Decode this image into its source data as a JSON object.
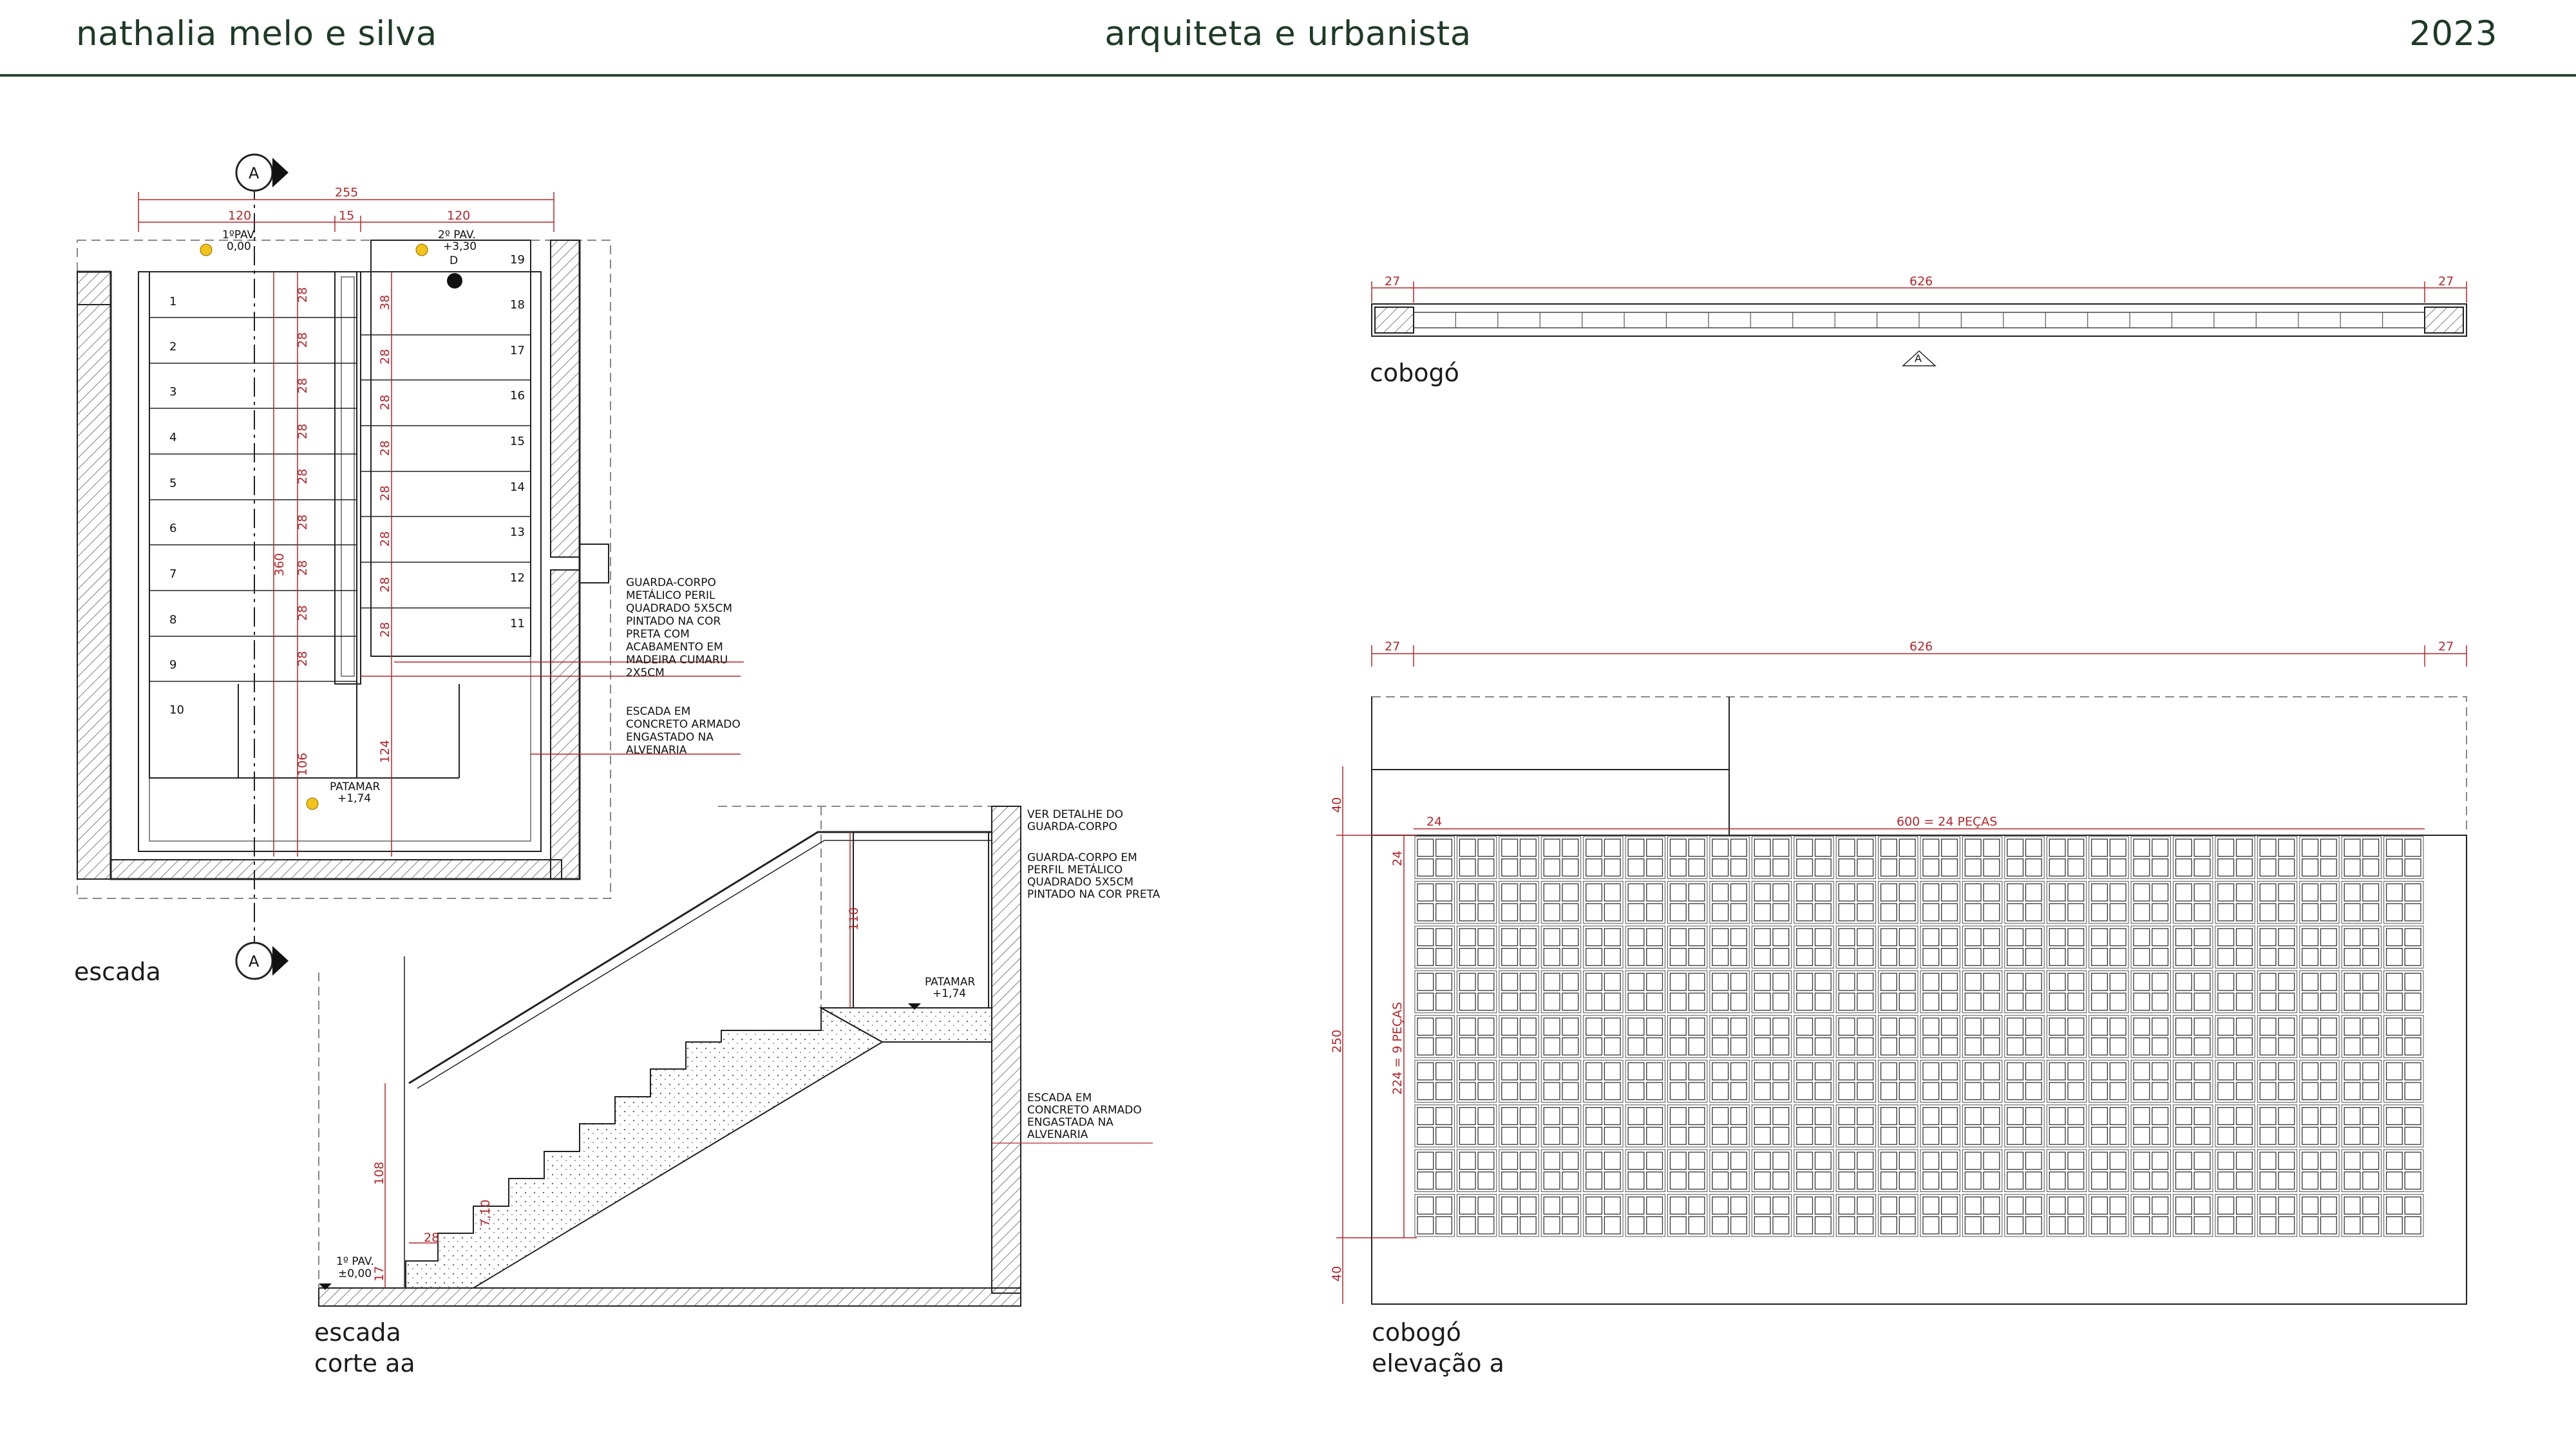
{
  "header": {
    "name": "nathalia melo e silva",
    "role": "arquiteta e urbanista",
    "year": "2023"
  },
  "captions": {
    "stair_plan": "escada",
    "stair_section_1": "escada",
    "stair_section_2": "corte aa",
    "cobogo_plan": "cobogó",
    "cobogo_elev_1": "cobogó",
    "cobogo_elev_2": "elevação a"
  },
  "stair_plan": {
    "section_marker": "A",
    "dims_top": {
      "total": "255",
      "left": "120",
      "mid": "15",
      "right": "120"
    },
    "level_1": {
      "name": "1ºPAV.",
      "value": "0,00"
    },
    "level_2": {
      "name": "2º PAV.",
      "value": "+3,30",
      "tag": "D"
    },
    "landing": {
      "name": "PATAMAR",
      "value": "+1,74"
    },
    "steps_left": [
      "1",
      "2",
      "3",
      "4",
      "5",
      "6",
      "7",
      "8",
      "9",
      "10"
    ],
    "steps_right": [
      "19",
      "18",
      "17",
      "16",
      "15",
      "14",
      "13",
      "12",
      "11"
    ],
    "tread_dims_left": [
      "28",
      "28",
      "28",
      "28",
      "28",
      "28",
      "28",
      "28",
      "28"
    ],
    "tread_dims_right": [
      "38",
      "28",
      "28",
      "28",
      "28",
      "28",
      "28",
      "28"
    ],
    "dim_360": "360",
    "dim_106": "106",
    "dim_124": "124",
    "note_guardrail": [
      "GUARDA-CORPO",
      "METÁLICO PERIL",
      "QUADRADO 5X5CM",
      "PINTADO NA COR",
      "PRETA COM",
      "ACABAMENTO EM",
      "MADEIRA CUMARU",
      "2X5CM"
    ],
    "note_stair": [
      "ESCADA EM",
      "CONCRETO ARMADO",
      "ENGASTADO NA",
      "ALVENARIA"
    ]
  },
  "stair_section": {
    "level_1": {
      "name": "1º PAV.",
      "value": "±0,00"
    },
    "landing": {
      "name": "PATAMAR",
      "value": "+1,74"
    },
    "dim_108": "108",
    "dim_110": "110",
    "dim_28": "28",
    "dim_17": "17",
    "dim_710": "7,10",
    "note_detail": [
      "VER DETALHE DO",
      "GUARDA-CORPO"
    ],
    "note_guardrail": [
      "GUARDA-CORPO EM",
      "PERFIL METÁLICO",
      "QUADRADO 5X5CM",
      "PINTADO NA COR PRETA"
    ],
    "note_stair": [
      "ESCADA EM",
      "CONCRETO ARMADO",
      "ENGASTADA NA",
      "ALVENARIA"
    ]
  },
  "cobogo_plan": {
    "dim_left": "27",
    "dim_mid": "626",
    "dim_right": "27",
    "marker": "A"
  },
  "cobogo_elev": {
    "dim_left": "27",
    "dim_mid": "626",
    "dim_right": "27",
    "dim_24_top": "24",
    "dim_width": "600 = 24 PEÇAS",
    "dim_24_side": "24",
    "dim_height": "224 = 9 PEÇAS",
    "dim_40_top": "40",
    "dim_250": "250",
    "dim_40_bottom": "40",
    "grid": {
      "cols": 24,
      "rows": 9
    }
  },
  "colors": {
    "text_dark_green": "#1f3a26",
    "dimension_red": "#b3262b",
    "line": "#222222"
  }
}
